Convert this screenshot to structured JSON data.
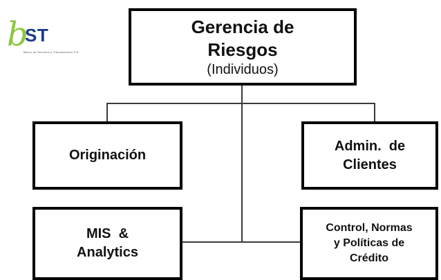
{
  "logo": {
    "mark": "b",
    "text": "ST",
    "tagline": "Banco de Servicios y Transacciones S.A.",
    "colors": {
      "mark": "#8dc63f",
      "text": "#1b3a8c"
    }
  },
  "org_chart": {
    "root": {
      "line1": "Gerencia de",
      "line2": "Riesgos",
      "line3": "(Individuos)"
    },
    "children": {
      "origination": {
        "label": "Originación"
      },
      "client_admin": {
        "line1": "Admin.  de",
        "line2": "Clientes"
      },
      "mis_analytics": {
        "line1": "MIS  &",
        "line2": "Analytics"
      },
      "credit_control": {
        "line1": "Control, Normas",
        "line2": "y Políticas de",
        "line3": "Crédito"
      }
    },
    "colors": {
      "border": "#000000",
      "connector": "#3a3a3a"
    }
  }
}
